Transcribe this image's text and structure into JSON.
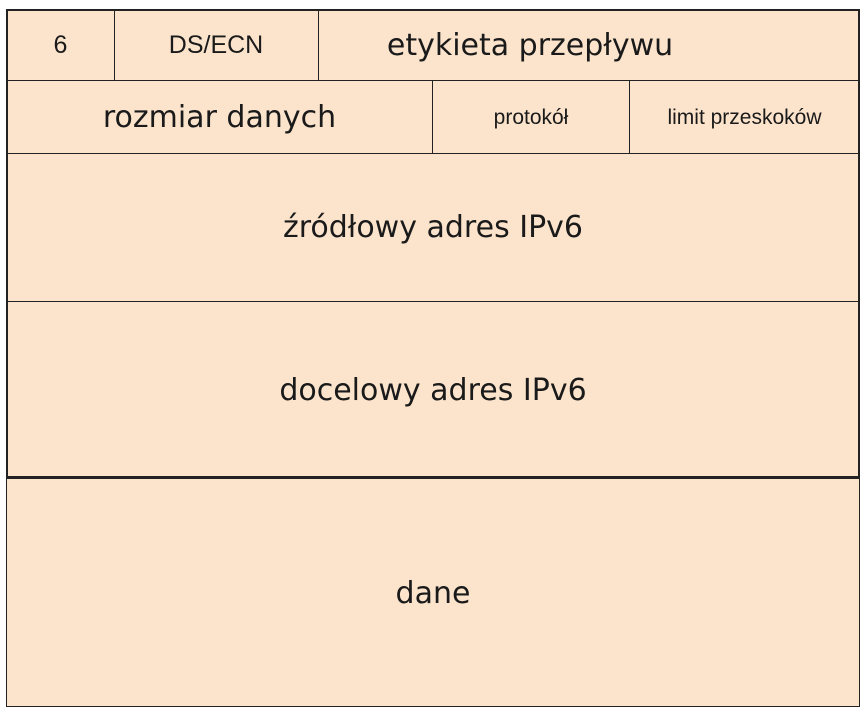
{
  "header": {
    "row1": {
      "version": "6",
      "ds_ecn": "DS/ECN",
      "flow_label": "etykieta przepływu"
    },
    "row2": {
      "payload_length": "rozmiar danych",
      "protocol": "protokół",
      "hop_limit": "limit przeskoków"
    },
    "source_address": "źródłowy adres IPv6",
    "destination_address": "docelowy adres IPv6"
  },
  "payload": {
    "label": "dane"
  },
  "colors": {
    "fill": "#fce4cc",
    "border": "#222222"
  }
}
